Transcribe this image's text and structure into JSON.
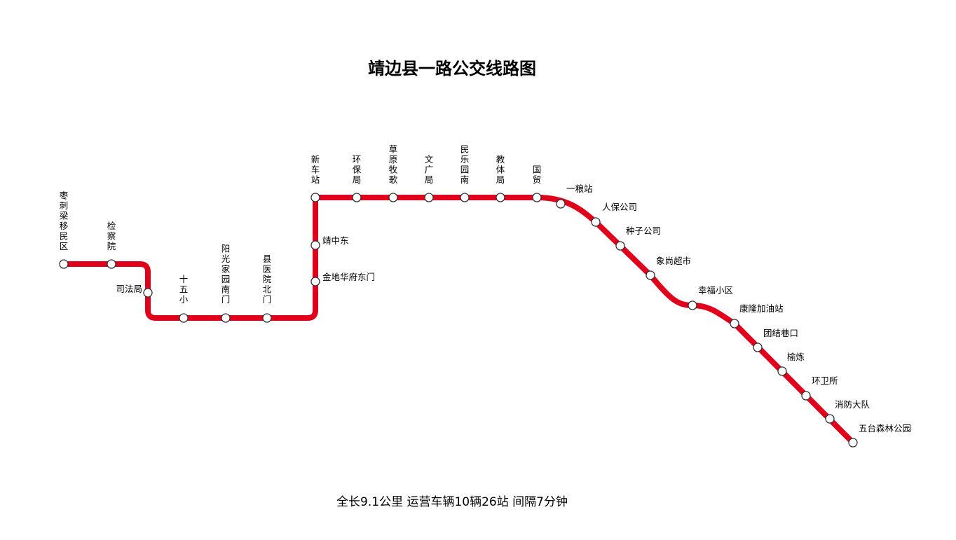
{
  "title": "靖边县一路公交线路图",
  "footer": "全长9.1公里 运营车辆10辆26站 间隔7分钟",
  "colors": {
    "route_line": "#e0001b",
    "station_fill": "#ffffff",
    "station_stroke": "#333333",
    "text": "#000000"
  },
  "stations": [
    "枣刺梁移民区",
    "检察院",
    "司法局",
    "十五小",
    "阳光家园南门",
    "县医院北门",
    "金地华府东门",
    "靖中东",
    "新车站",
    "环保局",
    "草原牧歌",
    "文广局",
    "民乐园南",
    "教体局",
    "国贸",
    "一粮站",
    "人保公司",
    "种子公司",
    "象尚超市",
    "幸福小区",
    "康隆加油站",
    "团结巷口",
    "榆炼",
    "环卫所",
    "消防大队",
    "五台森林公园"
  ]
}
